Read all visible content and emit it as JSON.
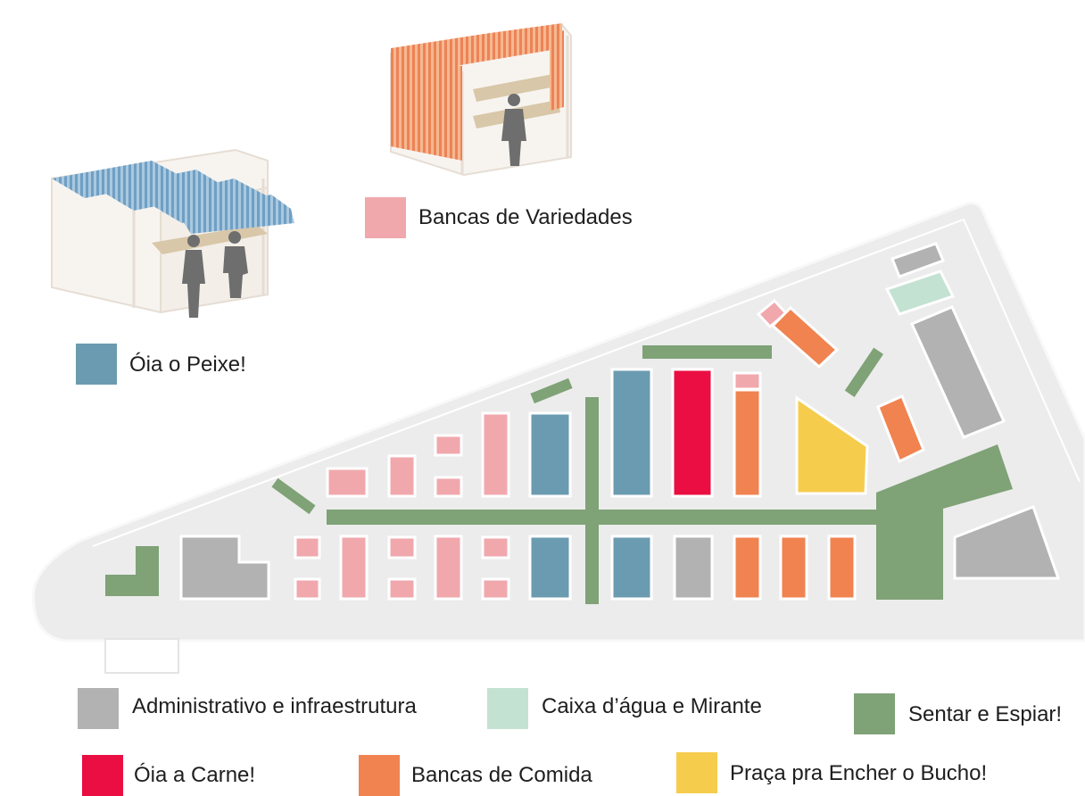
{
  "categories": {
    "peixe": {
      "label": "Óia o Peixe!",
      "color": "#6b9bb0"
    },
    "variedades": {
      "label": "Bancas de Variedades",
      "color": "#f0a8ad"
    },
    "administrativo": {
      "label": "Administrativo",
      "label_suffix": "e infraestrutura",
      "color": "#b2b2b2"
    },
    "caixa": {
      "label": "Caixa d’água",
      "label_suffix": "e Mirante",
      "color": "#c4e2d2"
    },
    "sentar": {
      "label": "Sentar e Espiar!",
      "color": "#7fa277"
    },
    "carne": {
      "label": "Óia a Carne!",
      "color": "#ea0e42"
    },
    "comida": {
      "label": "Bancas de Comida",
      "color": "#f08350"
    },
    "praca": {
      "label": "Praça pra Encher o Bucho!",
      "color": "#f6cc4c"
    }
  },
  "site": {
    "ground_color": "#ececec",
    "border_color": "#f8f8f8"
  }
}
